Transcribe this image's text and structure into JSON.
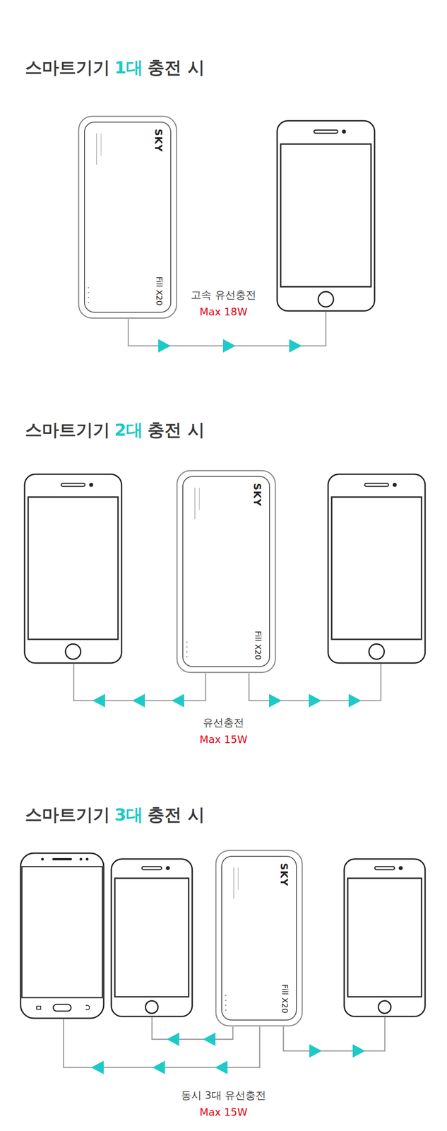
{
  "diagram": {
    "nodes": [
      {
        "text": [
          "SKY",
          "Fill X20"
        ]
      },
      {
        "text": []
      },
      {
        "text": []
      },
      {
        "text": [
          "SKY",
          "Fill X20"
        ]
      },
      {
        "text": []
      },
      {
        "text": []
      },
      {
        "text": []
      },
      {
        "text": [
          "SKY",
          "Fill X20"
        ]
      },
      {
        "text": []
      }
    ],
    "edges": [
      {
        "from": 0,
        "to": 1,
        "arrow": "to"
      },
      {
        "from": 3,
        "to": 2,
        "arrow": "to"
      },
      {
        "from": 3,
        "to": 4,
        "arrow": "to"
      },
      {
        "from": 7,
        "to": 6,
        "arrow": "to"
      },
      {
        "from": 7,
        "to": 5,
        "arrow": "to"
      },
      {
        "from": 7,
        "to": 8,
        "arrow": "to"
      }
    ],
    "labels": [
      "스마트기기",
      "1대",
      "충전 시",
      "고속 유선충전",
      "Max 18W",
      "스마트기기",
      "2대",
      "충전 시",
      "유선충전",
      "Max 15W",
      "스마트기기",
      "3대",
      "충전 시",
      "동시 3대 유선충전",
      "Max 15W"
    ]
  }
}
